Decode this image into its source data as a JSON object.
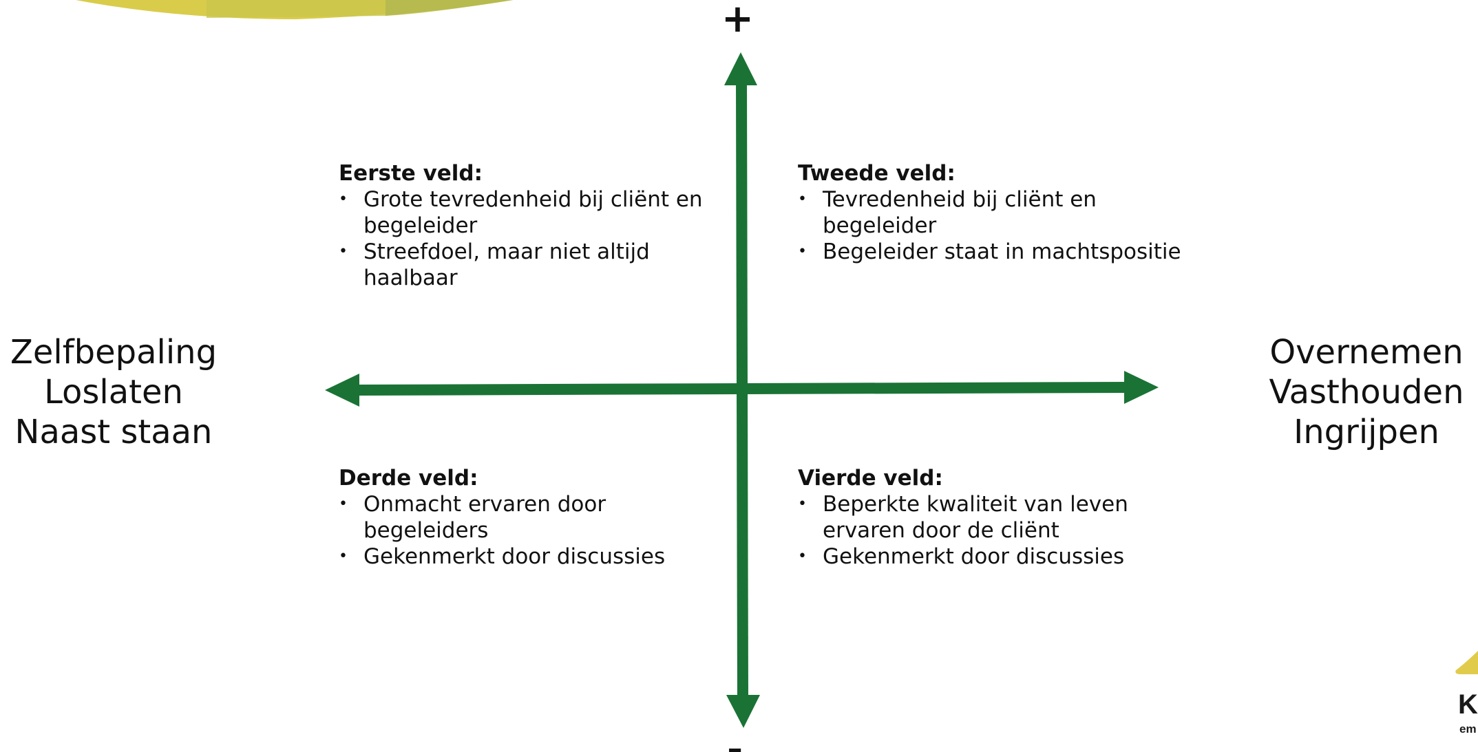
{
  "colors": {
    "arrow": "#1a7335",
    "decoration_yellow": "#d9cc4a",
    "decoration_olive": "#b5b84f",
    "text": "#111111"
  },
  "vertical_axis": {
    "top_label": "+",
    "bottom_label": "-"
  },
  "horizontal_axis": {
    "left_labels": [
      "Zelfbepaling",
      "Loslaten",
      "Naast staan"
    ],
    "right_labels": [
      "Overnemen",
      "Vasthouden",
      "Ingrijpen"
    ]
  },
  "quadrants": [
    {
      "title": "Eerste veld:",
      "bullets": [
        "Grote tevredenheid bij cliënt en begeleider",
        "Streefdoel, maar niet altijd haalbaar"
      ]
    },
    {
      "title": "Tweede veld:",
      "bullets": [
        "Tevredenheid bij cliënt en begeleider",
        "Begeleider staat in machtspositie"
      ]
    },
    {
      "title": "Derde veld:",
      "bullets": [
        "Onmacht ervaren door begeleiders",
        "Gekenmerkt door discussies"
      ]
    },
    {
      "title": "Vierde veld:",
      "bullets": [
        "Beperkte kwaliteit van leven ervaren door de cliënt",
        "Gekenmerkt door discussies"
      ]
    }
  ],
  "logo": {
    "letter": "K",
    "tagline_fragment": "em"
  },
  "icons": {
    "bullet": "•"
  }
}
